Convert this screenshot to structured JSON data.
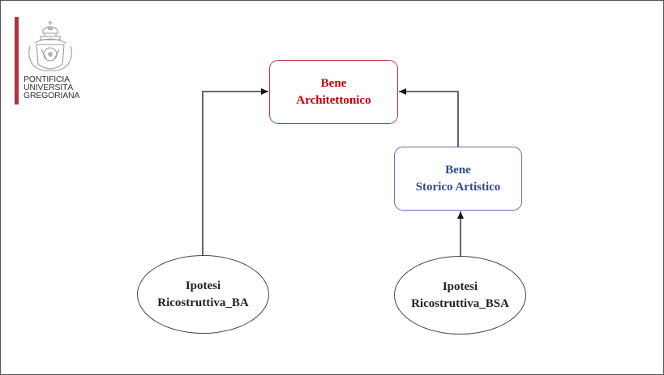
{
  "logo": {
    "lines": [
      "PONTIFICIA",
      "UNIVERSITÀ",
      "GREGORIANA"
    ],
    "accent_color": "#b0333e"
  },
  "diagram": {
    "nodes": {
      "bene_architettonico": {
        "line1": "Bene",
        "line2": "Architettonico",
        "color": "#c00000"
      },
      "bene_storico_artistico": {
        "line1": "Bene",
        "line2": "Storico Artistico",
        "color": "#2e4b8c"
      },
      "ipotesi_ba": {
        "line1": "Ipotesi",
        "line2": "Ricostruttiva_BA"
      },
      "ipotesi_bsa": {
        "line1": "Ipotesi",
        "line2": "Ricostruttiva_BSA"
      }
    },
    "edges": [
      {
        "from": "ipotesi_ba",
        "to": "bene_architettonico"
      },
      {
        "from": "bene_storico_artistico",
        "to": "bene_architettonico"
      },
      {
        "from": "ipotesi_bsa",
        "to": "bene_storico_artistico"
      }
    ]
  }
}
